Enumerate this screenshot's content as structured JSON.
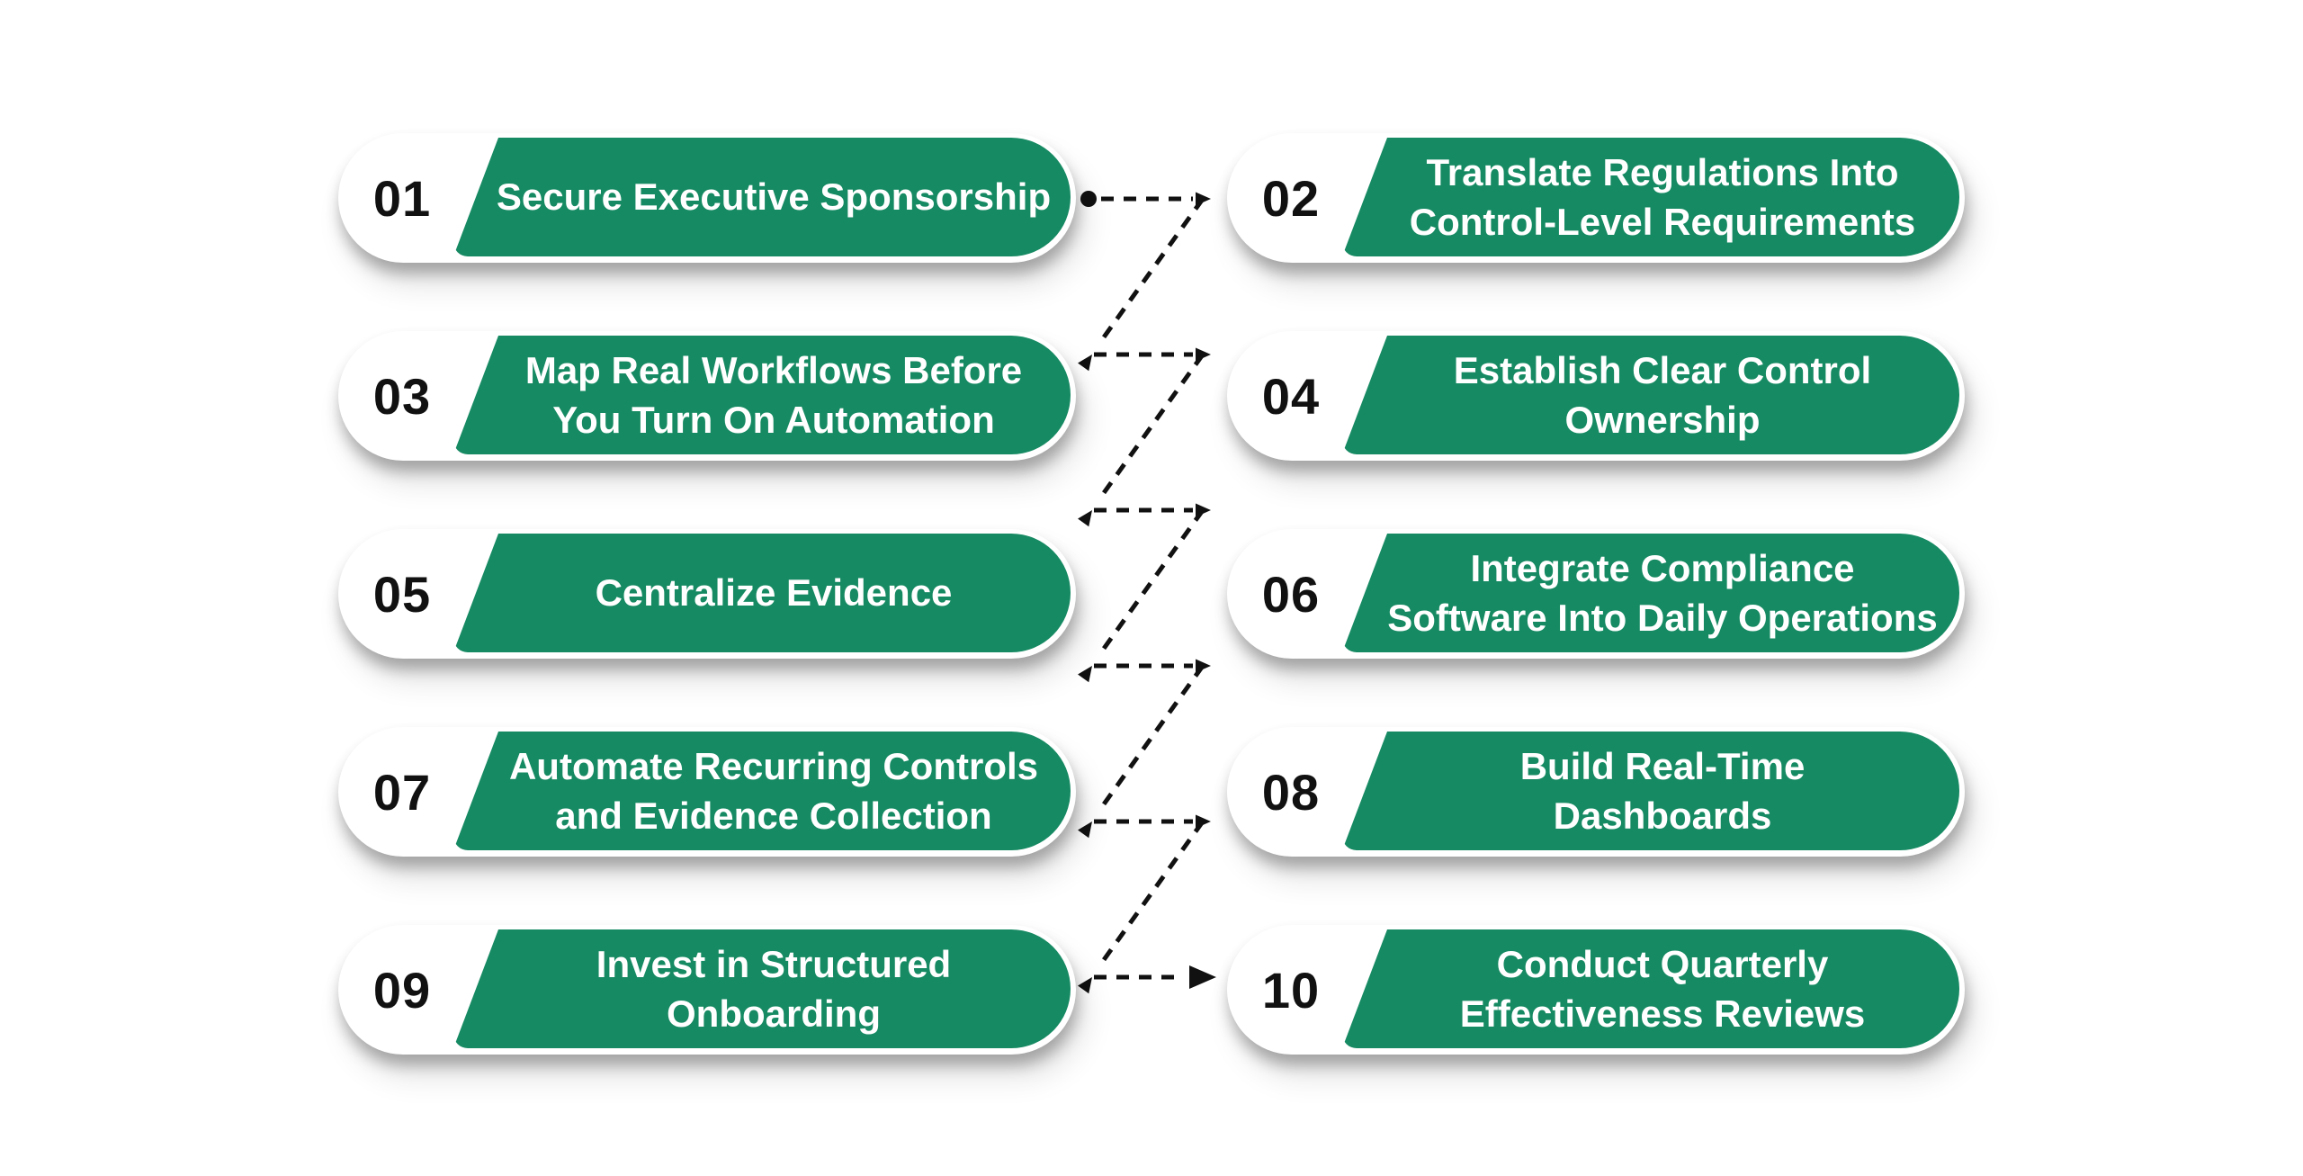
{
  "colors": {
    "green": "#168a62",
    "ink": "#111111",
    "card_bg": "#ffffff",
    "page_bg": "#ffffff",
    "text_on_green": "#ffffff"
  },
  "cards": [
    {
      "number": "01",
      "title": "Secure Executive Sponsorship"
    },
    {
      "number": "02",
      "title": "Translate Regulations Into\nControl-Level Requirements"
    },
    {
      "number": "03",
      "title": "Map Real Workflows Before\nYou Turn On Automation"
    },
    {
      "number": "04",
      "title": "Establish Clear Control\nOwnership"
    },
    {
      "number": "05",
      "title": "Centralize Evidence"
    },
    {
      "number": "06",
      "title": "Integrate Compliance\nSoftware Into Daily Operations"
    },
    {
      "number": "07",
      "title": "Automate Recurring Controls\nand Evidence Collection"
    },
    {
      "number": "08",
      "title": "Build Real-Time\nDashboards"
    },
    {
      "number": "09",
      "title": "Invest in Structured\nOnboarding"
    },
    {
      "number": "10",
      "title": "Conduct Quarterly\nEffectiveness Reviews"
    }
  ],
  "connector": {
    "style": "dashed-zigzag",
    "start_marker": "dot",
    "end_marker": "arrow",
    "direction": "step-01 through step-10"
  }
}
